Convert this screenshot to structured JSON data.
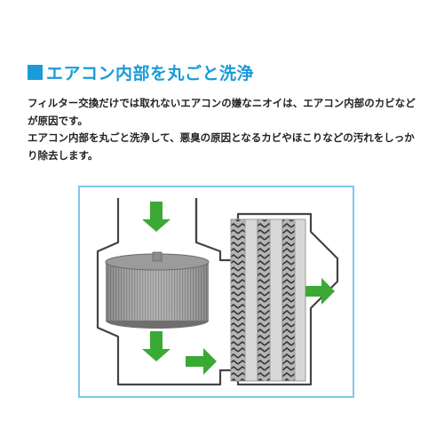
{
  "heading": {
    "text": "エアコン内部を丸ごと洗浄",
    "color": "#1a9bd7",
    "bullet_color": "#1a9bd7"
  },
  "paragraphs": [
    "フィルター交換だけでは取れないエアコンの嫌なニオイは、エアコン内部のカビなどが原因です。",
    "エアコン内部を丸ごと洗浄して、悪臭の原因となるカビやほこりなどの汚れをしっかり除去します。"
  ],
  "diagram": {
    "frame_color": "#7ec8e8",
    "duct_color": "#444444",
    "arrow_color": "#3aaa35",
    "filter_color": "#8a8a8a",
    "fin_color": "#9a9a9a",
    "arrow_icons": [
      "down-arrow-icon",
      "down-arrow-icon",
      "right-arrow-icon",
      "right-arrow-icon"
    ]
  }
}
